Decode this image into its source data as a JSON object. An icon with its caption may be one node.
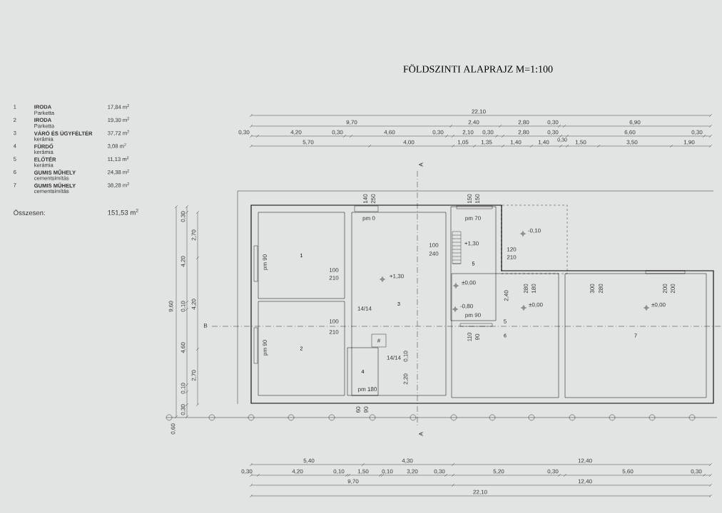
{
  "diagram": {
    "title": "FÖLDSZINTI ALAPRAJZ  M=1:100",
    "nodes": [
      {
        "text": [
          "1"
        ]
      },
      {
        "text": [
          "2"
        ]
      },
      {
        "text": [
          "3"
        ]
      },
      {
        "text": [
          "4"
        ]
      },
      {
        "text": [
          "5"
        ]
      },
      {
        "text": [
          "6"
        ]
      },
      {
        "text": [
          "7"
        ]
      }
    ],
    "labels": [
      "1",
      "IRODA",
      "17,84 m$^{2}$",
      "Parketta",
      "2",
      "IRODA",
      "19,30 m$^{2}$",
      "Parketta",
      "3",
      "VÁRÓ ÉS ÜGYFÉLTÉR",
      "37,72 m$^{2}$",
      "kerámia",
      "4",
      "FÜRDŐ",
      "3,08 m$^{2}$",
      "kerámia",
      "5",
      "ELŐTÉR",
      "11,13 m$^{2}$",
      "kerámia",
      "6",
      "GUMIS MŰHELY",
      "24,38 m$^{2}$",
      "cementsimítás",
      "7",
      "GUMIS MŰHELY",
      "38,28 m$^{2}$",
      "cementsimítás",
      "Összesen:",
      "151,53 m$^{2}$",
      "22,10",
      "9,70",
      "2,40",
      "2,80",
      "0,30",
      "6,90",
      "0,30",
      "4,20",
      "0,30",
      "4,60",
      "0,30",
      "2,10",
      "0,30",
      "2,80",
      "0,30",
      "6,60",
      "0,30",
      "0,30",
      "5,70",
      "4,00",
      "1,05",
      "1,35",
      "1,40",
      "1,40",
      "1,50",
      "3,50",
      "1,90",
      "A",
      "140",
      "250",
      "150",
      "150",
      "0,30",
      "pm 0",
      "pm 70",
      "-0,10",
      "2,70",
      "100",
      "+1,30",
      "120",
      "240",
      "210",
      "4,20",
      "pm 90",
      "100",
      "210",
      "+1,30",
      "±0,00",
      "280",
      "180",
      "300",
      "280",
      "200",
      "200",
      "2,40",
      "4,20",
      "±0,00",
      "±0,00",
      "9,60",
      "0,10",
      "-0,80",
      "14/14",
      "pm 90",
      "100",
      "5",
      "B",
      "210",
      "110",
      "90",
      "#",
      "4,60",
      "pm 90",
      "14/14",
      "0,10",
      "2,70",
      "2,20",
      "0,10",
      "pm 180",
      "0,30",
      "60",
      "90",
      "0,60",
      "A",
      "5,40",
      "4,30",
      "12,40",
      "0,30",
      "4,20",
      "0,10",
      "1,50",
      "0,10",
      "3,20",
      "0,30",
      "5,20",
      "0,30",
      "5,60",
      "0,30",
      "9,70",
      "12,40",
      "22,10"
    ]
  }
}
